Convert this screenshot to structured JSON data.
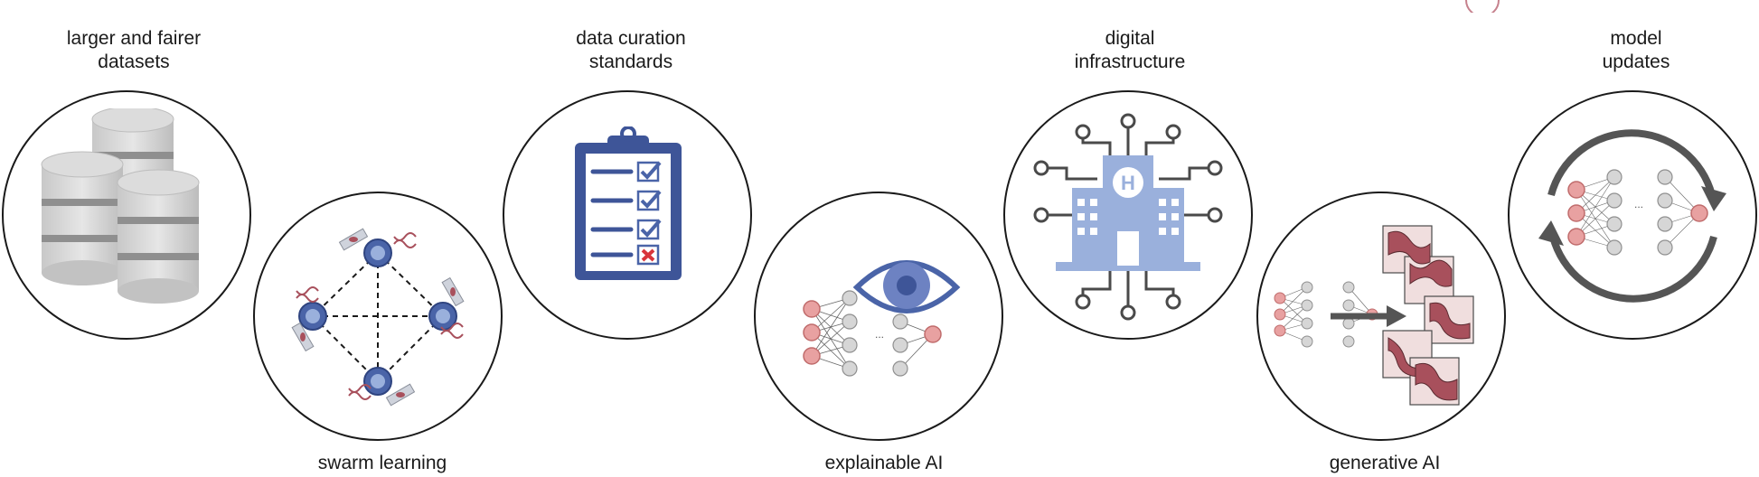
{
  "labels": {
    "datasets": "larger and fairer\ndatasets",
    "swarm": "swarm learning",
    "curation": "data curation\nstandards",
    "explainable": "explainable AI",
    "infrastructure": "digital\ninfrastructure",
    "generative": "generative AI",
    "updates": "model\nupdates"
  },
  "icons": {
    "hospital_letter": "H",
    "nn_ellipsis": "..."
  },
  "colors": {
    "outline": "#1a1a1a",
    "accent_blue": "#4a64a8",
    "light_blue": "#9ab0dc",
    "neuron_red": "#e8a1a1",
    "neuron_grey": "#d6d6d6",
    "tissue_red": "#a8505c",
    "arrow_grey": "#555555"
  }
}
